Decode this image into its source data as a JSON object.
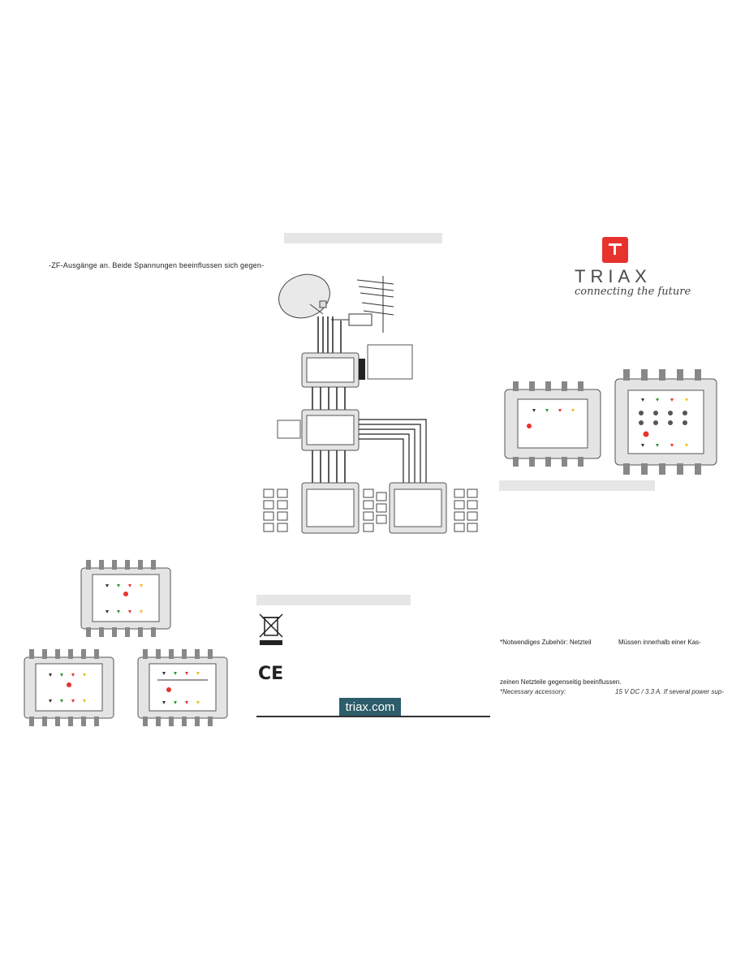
{
  "left_panel": {
    "german_line": "-ZF-Ausgänge an. Beide Spannungen beeinflussen sich gegen-"
  },
  "right_panel": {
    "brand": {
      "name": "TRIAX",
      "tagline": "connecting the future"
    },
    "accessory_de_left": "*Notwendiges Zubehör: Netzteil",
    "accessory_de_right": "Müssen innerhalb einer Kas-",
    "accessory_de_line2": "zeinen Netzteile gegenseitig beeinflussen.",
    "accessory_en_left": "*Necessary accessory:",
    "accessory_en_right": "15 V DC / 3.3 A. If several power sup-"
  },
  "middle_panel": {
    "website": "triax.com",
    "ce_mark": "CE"
  },
  "colors": {
    "brand_red": "#e8322e",
    "pill_teal": "#2d5c6a",
    "section_bar": "#e6e6e6"
  },
  "icons": [
    "satellite-dish-icon",
    "antenna-icon",
    "weee-bin-icon",
    "ce-mark-icon",
    "multiswitch-diagram"
  ]
}
